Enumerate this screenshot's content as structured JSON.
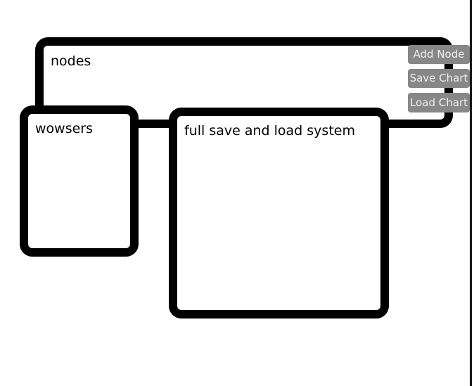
{
  "canvas": {
    "background": "#ffffff"
  },
  "toolbar": {
    "buttons": [
      {
        "id": "add-node",
        "label": "Add Node"
      },
      {
        "id": "save-chart",
        "label": "Save Chart"
      },
      {
        "id": "load-chart",
        "label": "Load Chart"
      }
    ],
    "button_bg": "#878787",
    "button_text_color": "#efefef"
  },
  "diagram": {
    "node_border_color": "#000000",
    "node_fill": "#ffffff",
    "nodes": [
      {
        "id": "nodes",
        "label": "nodes"
      },
      {
        "id": "wowsers",
        "label": "wowsers"
      },
      {
        "id": "full-save",
        "label": "full save and load system"
      }
    ]
  },
  "window": {
    "right_edge_color": "#151515"
  }
}
